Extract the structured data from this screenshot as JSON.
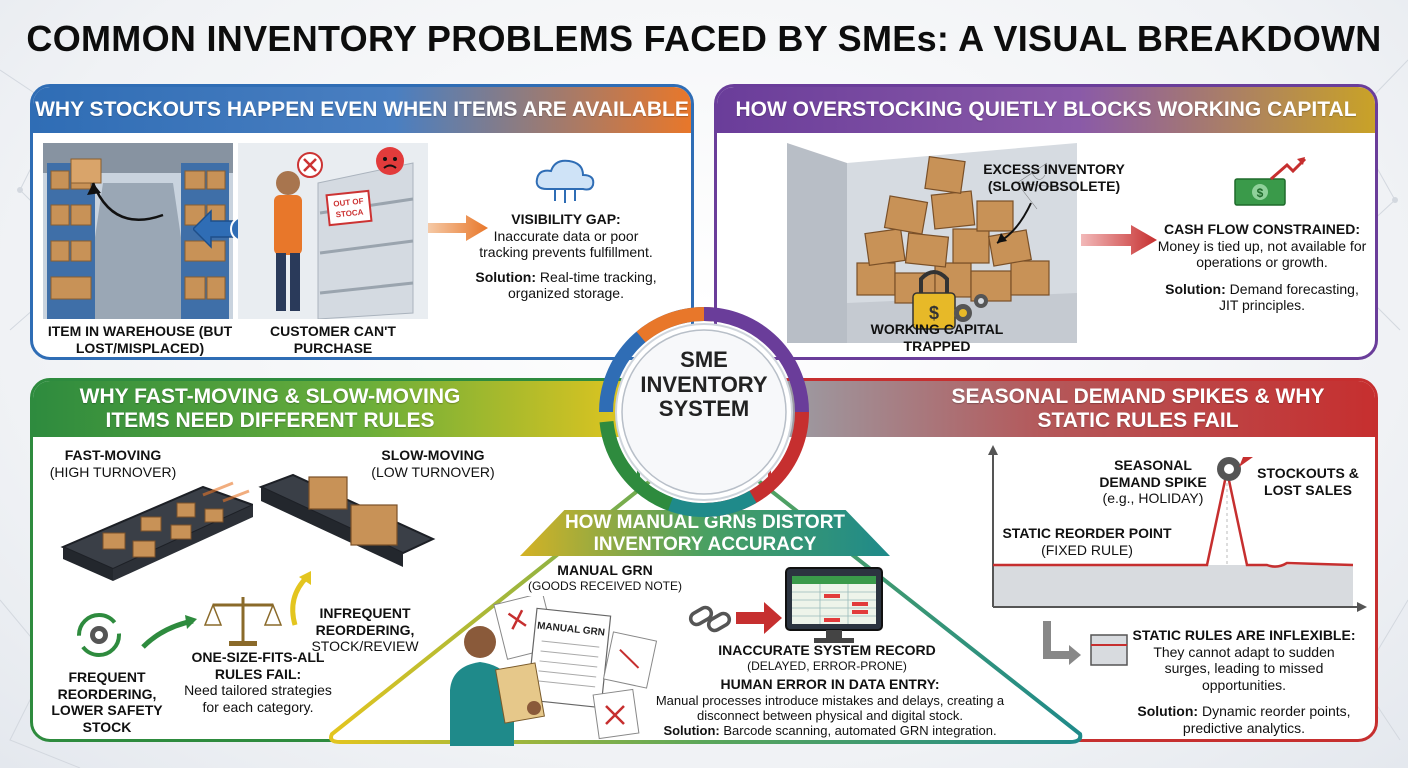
{
  "title": "COMMON INVENTORY PROBLEMS FACED BY SMEs: A VISUAL BREAKDOWN",
  "center": {
    "line1": "SME",
    "line2": "INVENTORY",
    "line3": "SYSTEM"
  },
  "stockouts": {
    "header": "WHY STOCKOUTS HAPPEN EVEN WHEN ITEMS ARE AVAILABLE",
    "warehouse_label": "ITEM IN WAREHOUSE (BUT LOST/MISPLACED)",
    "customer_label": "CUSTOMER CAN'T PURCHASE",
    "sign_line1": "OUT OF",
    "sign_line2": "STOCA",
    "question_mark": "?",
    "gap_title": "VISIBILITY GAP:",
    "gap_text": "Inaccurate data or poor tracking prevents fulfillment.",
    "solution_label": "Solution:",
    "solution_text": "Real-time tracking, organized storage."
  },
  "overstock": {
    "header": "HOW OVERSTOCKING QUIETLY BLOCKS WORKING CAPITAL",
    "excess_label": "EXCESS INVENTORY (SLOW/OBSOLETE)",
    "capital_label": "WORKING CAPITAL TRAPPED",
    "cash_title": "CASH FLOW CONSTRAINED:",
    "cash_text": "Money is tied up, not available for operations or growth.",
    "solution_label": "Solution:",
    "solution_text": "Demand forecasting, JIT principles."
  },
  "fastslow": {
    "header": "WHY FAST-MOVING & SLOW-MOVING ITEMS NEED DIFFERENT RULES",
    "fast_title": "FAST-MOVING",
    "fast_sub": "(HIGH TURNOVER)",
    "slow_title": "SLOW-MOVING",
    "slow_sub": "(LOW TURNOVER)",
    "frequent": "FREQUENT REORDERING, LOWER SAFETY STOCK",
    "onesize_title": "ONE-SIZE-FITS-ALL RULES FAIL:",
    "onesize_text": "Need tailored strategies for each category.",
    "infrequent": "INFREQUENT REORDERING,",
    "infrequent_sub": "STOCK/REVIEW"
  },
  "grn": {
    "header": "HOW MANUAL GRNs DISTORT INVENTORY ACCURACY",
    "manual_title": "MANUAL GRN",
    "manual_sub": "(GOODS RECEIVED NOTE)",
    "doc_title": "MANUAL GRN",
    "record_title": "INACCURATE SYSTEM RECORD",
    "record_sub": "(DELAYED, ERROR-PRONE)",
    "human_title": "HUMAN ERROR IN DATA ENTRY:",
    "human_text": "Manual processes introduce mistakes and delays, creating a disconnect between physical and digital stock.",
    "solution_label": "Solution:",
    "solution_text": "Barcode scanning, automated GRN integration."
  },
  "seasonal": {
    "header": "SEASONAL DEMAND SPIKES & WHY STATIC RULES FAIL",
    "spike_title": "SEASONAL DEMAND SPIKE",
    "spike_sub": "(e.g., HOLIDAY)",
    "stockouts_label": "STOCKOUTS & LOST SALES",
    "reorder_title": "STATIC REORDER POINT",
    "reorder_sub": "(FIXED RULE)",
    "inflex_title": "STATIC RULES ARE INFLEXIBLE:",
    "inflex_text": "They cannot adapt to sudden surges, leading to missed opportunities.",
    "solution_label": "Solution:",
    "solution_text": "Dynamic reorder points, predictive analytics."
  },
  "colors": {
    "blue": "#2f6db5",
    "orange": "#e8772a",
    "purple": "#6a3d9a",
    "gold": "#c9a227",
    "green": "#2e8b3e",
    "yellow": "#e3c51f",
    "red": "#c62f2f",
    "teal": "#1f8a8a"
  }
}
